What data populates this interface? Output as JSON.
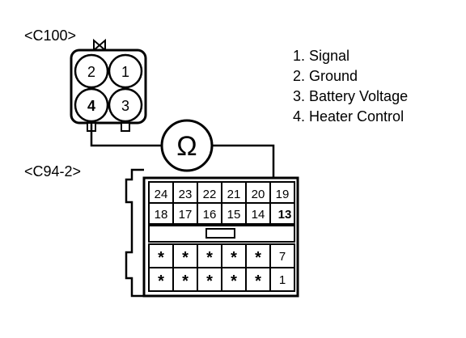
{
  "connectors": {
    "c100_label": "<C100>",
    "c942_label": "<C94-2>"
  },
  "c100_pins": [
    "2",
    "1",
    "4",
    "3"
  ],
  "meter_symbol": "Ω",
  "legend": [
    "1. Signal",
    "2. Ground",
    "3. Battery Voltage",
    "4. Heater Control"
  ],
  "c942_rows": [
    [
      "24",
      "23",
      "22",
      "21",
      "20",
      "19"
    ],
    [
      "18",
      "17",
      "16",
      "15",
      "14",
      "13"
    ],
    [
      "*",
      "*",
      "*",
      "*",
      "*",
      "7"
    ],
    [
      "*",
      "*",
      "*",
      "*",
      "*",
      "1"
    ]
  ]
}
